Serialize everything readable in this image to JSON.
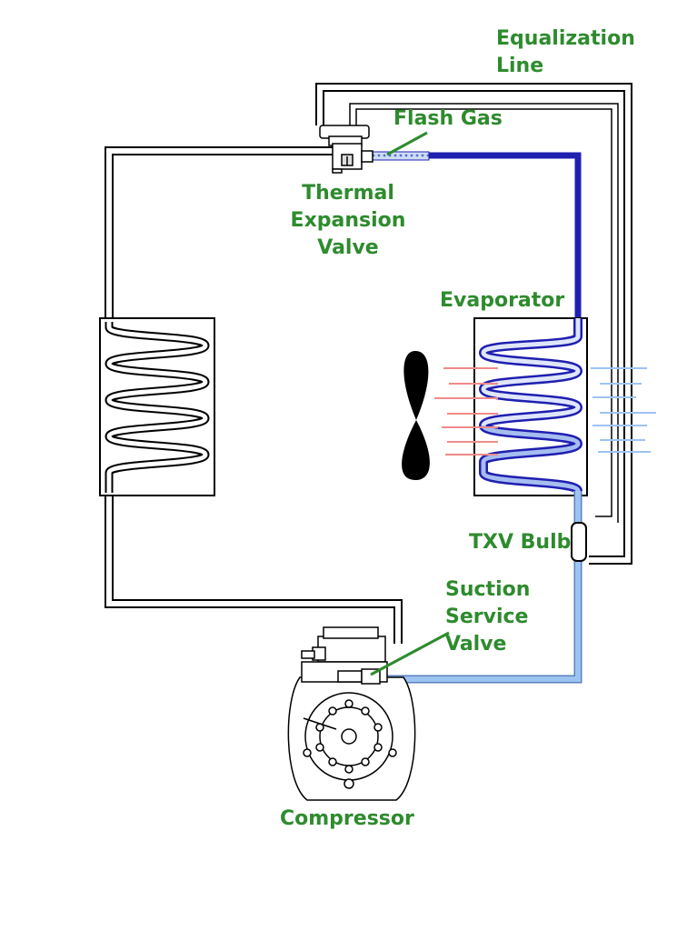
{
  "labels": {
    "equalization_line": [
      "Equalization",
      "Line"
    ],
    "flash_gas": "Flash Gas",
    "thermal_expansion_valve": [
      "Thermal",
      "Expansion",
      "Valve"
    ],
    "evaporator": "Evaporator",
    "txv_bulb": "TXV Bulb",
    "suction_service_valve": [
      "Suction",
      "Service",
      "Valve"
    ],
    "compressor": "Compressor"
  },
  "colors": {
    "label_green": "#2e8b2e",
    "high_side_line": "#1f1fb0",
    "suction_line": "#8fb8e8",
    "flash_gas_dots": "#6f8fe0",
    "warm_air": "#f08a8a",
    "cool_air": "#9cc4f0",
    "outline": "#000000"
  }
}
